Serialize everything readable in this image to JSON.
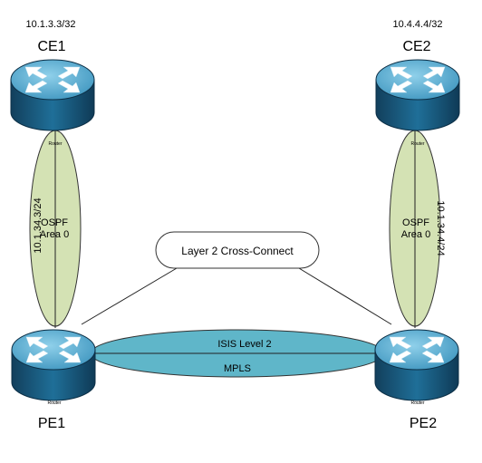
{
  "routers": {
    "ce1": {
      "name": "CE1",
      "loopback": "10.1.3.3/32",
      "caption": "Router"
    },
    "ce2": {
      "name": "CE2",
      "loopback": "10.4.4.4/32",
      "caption": "Router"
    },
    "pe1": {
      "name": "PE1",
      "caption": "Router"
    },
    "pe2": {
      "name": "PE2",
      "caption": "Router"
    }
  },
  "links": {
    "left": {
      "protocol": "OSPF",
      "area": "Area 0",
      "address": "10.1.34.3/24"
    },
    "right": {
      "protocol": "OSPF",
      "area": "Area 0",
      "address": "10.1.34.4/24"
    },
    "core": {
      "igp": "ISIS Level 2",
      "transport": "MPLS"
    }
  },
  "xconnect": {
    "label": "Layer 2 Cross-Connect"
  },
  "colors": {
    "ospf_fill": "#d4e2b4",
    "core_fill": "#5fb6c9",
    "router_top": "#4fa3c7",
    "router_side": "#1b5f86",
    "arrow": "#ffffff"
  },
  "icons": {
    "router": "router-icon"
  }
}
